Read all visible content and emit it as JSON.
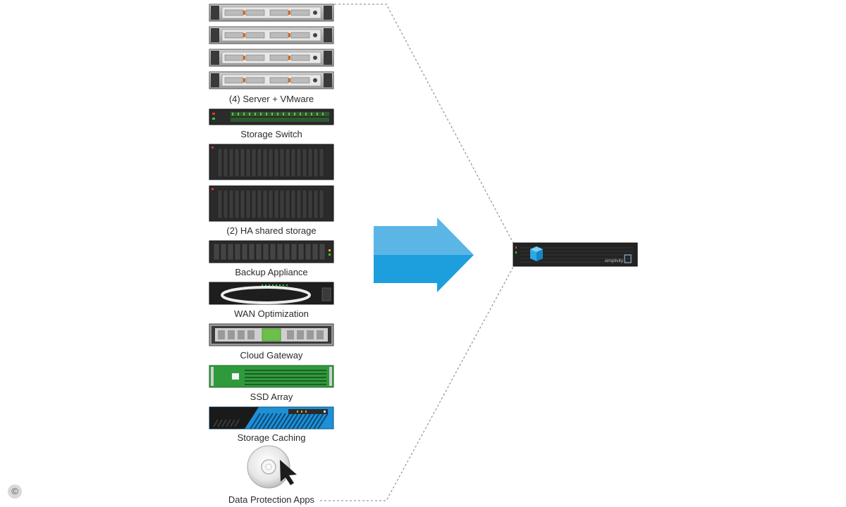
{
  "labels": {
    "servers": "(4) Server + VMware",
    "switch": "Storage Switch",
    "ha": "(2) HA shared storage",
    "backup": "Backup Appliance",
    "wan": "WAN Optimization",
    "cloud": "Cloud Gateway",
    "ssd": "SSD Array",
    "caching": "Storage Caching",
    "dataprotection": "Data Protection Apps"
  },
  "target": {
    "brand_text": "simplivity"
  },
  "copyright_symbol": "©",
  "colors": {
    "arrow_light": "#5bb6e6",
    "arrow_dark": "#1d9fdd",
    "rack_dark": "#2b2b2b",
    "ssd_green": "#2f9a3c",
    "cache_blue": "#1f8fd6",
    "cloud_green": "#6cc04a",
    "dashed_line": "#9a9a9a"
  }
}
